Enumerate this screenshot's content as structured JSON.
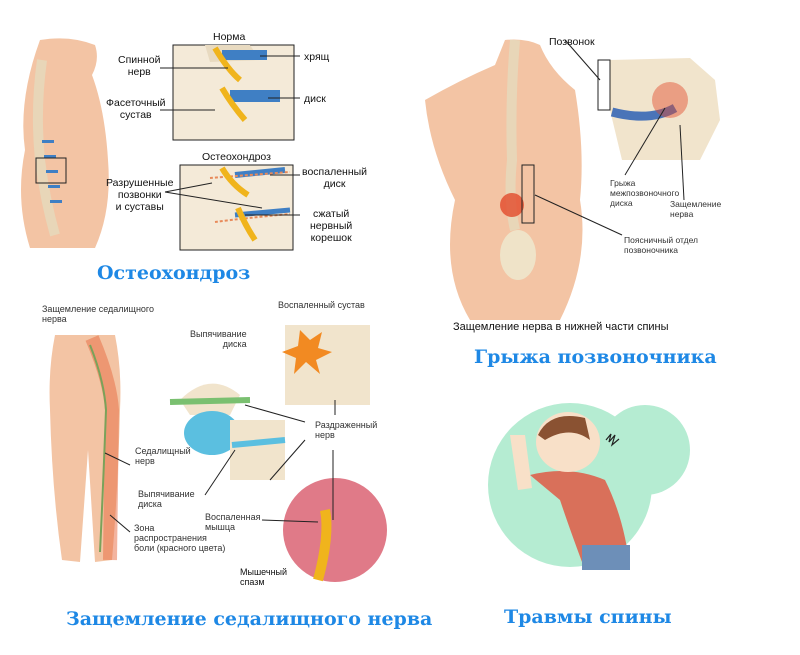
{
  "panels": {
    "osteochondrosis": {
      "title": "Остеохондроз",
      "labels": {
        "normal_header": "Норма",
        "spinal_nerve": "Спинной\nнерв",
        "facet_joint": "Фасеточный\nсустав",
        "cartilage": "хрящ",
        "disc": "диск",
        "osteo_header": "Остеохондроз",
        "destroyed": "Разрушенные\nпозвонки\nи суставы",
        "inflamed_disc": "воспаленный\nдиск",
        "compressed_root": "сжатый\nнервный\nкорешок"
      }
    },
    "hernia": {
      "title": "Грыжа позвоночника",
      "labels": {
        "vertebra": "Позвонок",
        "disc_hernia": "Грыжа\nмежпозвоночного\nдиска",
        "nerve_pinch": "Защемление\nнерва",
        "lumbar": "Поясничный отдел\nпозвоночника",
        "caption": "Защемление нерва в нижней части спины"
      }
    },
    "sciatica": {
      "title": "Защемление седалищного нерва",
      "labels": {
        "header": "Защемление седалищного\nнерва",
        "inflamed_joint": "Воспаленный сустав",
        "disc_bulge_top": "Выпячивание\nдиска",
        "irritated_nerve": "Раздраженный\nнерв",
        "sciatic_nerve": "Седалищный\nнерв",
        "disc_bulge_bottom": "Выпячивание\nдиска",
        "inflamed_muscle": "Воспаленная\nмышца",
        "pain_zone": "Зона\nраспространения\nболи (красного цвета)",
        "muscle_spasm": "Мышечный\nспазм"
      }
    },
    "injury": {
      "title": "Травмы спины"
    }
  },
  "colors": {
    "title": "#1e88e5",
    "skin": "#f3c4a4",
    "disc_blue": "#3f7fc4",
    "nerve_yellow": "#f0b41c",
    "inflamed_red": "#e24a2a",
    "mint": "#b5ecd2"
  }
}
